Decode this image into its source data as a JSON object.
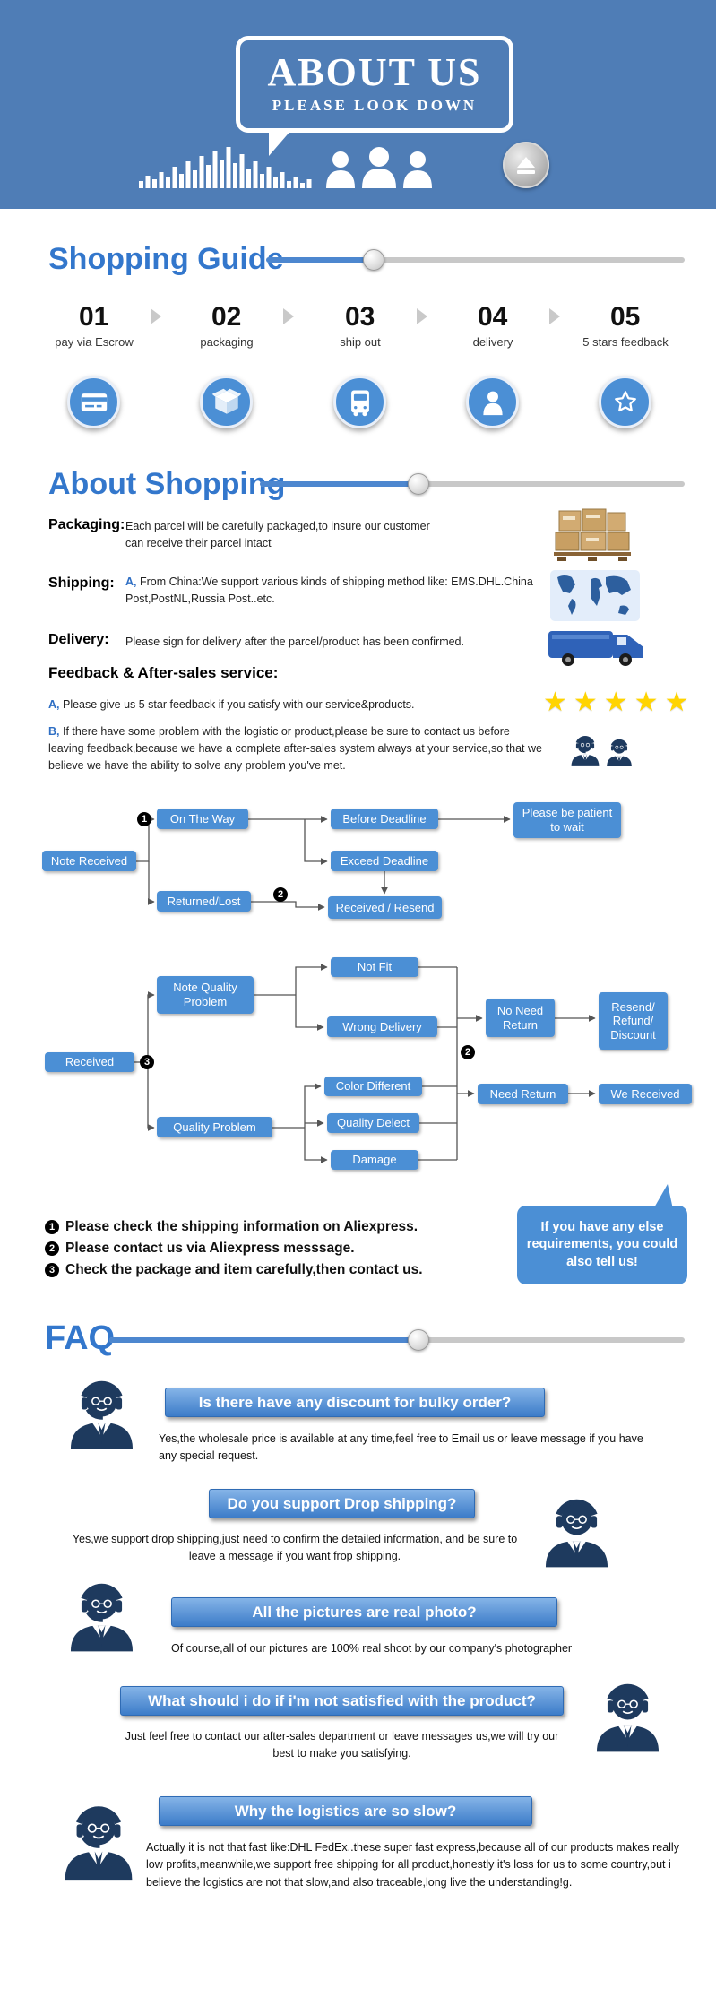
{
  "colors": {
    "header_bg": "#4f7db6",
    "accent_blue": "#4b8fd5",
    "title_blue": "#3377cc",
    "star_yellow": "#ffd400",
    "avatar_navy": "#1e3a5e"
  },
  "header": {
    "title": "ABOUT US",
    "subtitle": "PLEASE LOOK DOWN"
  },
  "shopping_guide": {
    "title": "Shopping Guide",
    "steps": [
      {
        "num": "01",
        "label": "pay via Escrow",
        "icon": "credit-card"
      },
      {
        "num": "02",
        "label": "packaging",
        "icon": "package"
      },
      {
        "num": "03",
        "label": "ship out",
        "icon": "bus"
      },
      {
        "num": "04",
        "label": "delivery",
        "icon": "person"
      },
      {
        "num": "05",
        "label": "5 stars feedback",
        "icon": "star"
      }
    ]
  },
  "about_shopping": {
    "title": "About Shopping",
    "rows": [
      {
        "label": "Packaging:",
        "text": "Each parcel will be carefully packaged,to insure our customer can receive their parcel intact"
      },
      {
        "label": "Shipping:",
        "prefix": "A,",
        "text": "From China:We support various kinds of shipping method like: EMS.DHL.China Post,PostNL,Russia Post..etc."
      },
      {
        "label": "Delivery:",
        "text": "Please sign for delivery after the parcel/product has been confirmed."
      }
    ],
    "feedback_heading": "Feedback & After-sales service:",
    "feedback_a_prefix": "A,",
    "feedback_a_text": "Please give us 5 star feedback if you satisfy with our service&products.",
    "feedback_b_prefix": "B,",
    "feedback_b_text": "If there have some problem with the logistic or product,please be sure to contact us before leaving feedback,because we have a complete after-sales system always at your service,so that we believe we have the ability to solve any problem you've met.",
    "stars": "★★★★★"
  },
  "flow1": {
    "note_received": "Note Received",
    "on_the_way": "On The Way",
    "before_deadline": "Before Deadline",
    "exceed_deadline": "Exceed Deadline",
    "returned_lost": "Returned/Lost",
    "patient": "Please be patient to wait",
    "received_resend": "Received / Resend",
    "bullet1": "1",
    "bullet2": "2"
  },
  "flow2": {
    "received": "Received",
    "note_quality": "Note Quality Problem",
    "not_fit": "Not Fit",
    "wrong_delivery": "Wrong Delivery",
    "quality_problem": "Quality Problem",
    "color_different": "Color Different",
    "quality_delect": "Quality Delect",
    "damage": "Damage",
    "no_need_return": "No Need Return",
    "need_return": "Need Return",
    "resend_refund": "Resend/ Refund/ Discount",
    "we_received": "We Received",
    "bullet2": "2",
    "bullet3": "3"
  },
  "notes": [
    {
      "bullet": "1",
      "text": "Please check the shipping information on Aliexpress."
    },
    {
      "bullet": "2",
      "text": "Please contact us via Aliexpress messsage."
    },
    {
      "bullet": "3",
      "text": "Check the package and item carefully,then contact us."
    }
  ],
  "side_bubble": {
    "text": "If you have any else requirements, you could also tell us!"
  },
  "faq": {
    "title": "FAQ",
    "items": [
      {
        "side": "left",
        "question": "Is there have any discount for bulky order?",
        "answer": "Yes,the wholesale price is available at any time,feel free to Email us or leave message if you have any special request."
      },
      {
        "side": "right",
        "question": "Do you support Drop shipping?",
        "answer": "Yes,we support drop shipping,just need to confirm the detailed information, and be sure to leave a message if you want frop shipping."
      },
      {
        "side": "left",
        "question": "All the pictures are real photo?",
        "answer": "Of course,all of our pictures are 100% real shoot by our company's photographer"
      },
      {
        "side": "right",
        "question": "What should i do if i'm not satisfied with the product?",
        "answer": "Just feel free to contact our after-sales department or leave messages us,we will try our best to make you satisfying."
      },
      {
        "side": "left",
        "question": "Why the logistics are so slow?",
        "answer": "Actually it is not that fast like:DHL FedEx..these super fast express,because all of our products makes really low profits,meanwhile,we support free shipping for all product,honestly it's loss for us to some country,but i believe the logistics are not that slow,and also traceable,long live the understanding!g."
      }
    ]
  }
}
